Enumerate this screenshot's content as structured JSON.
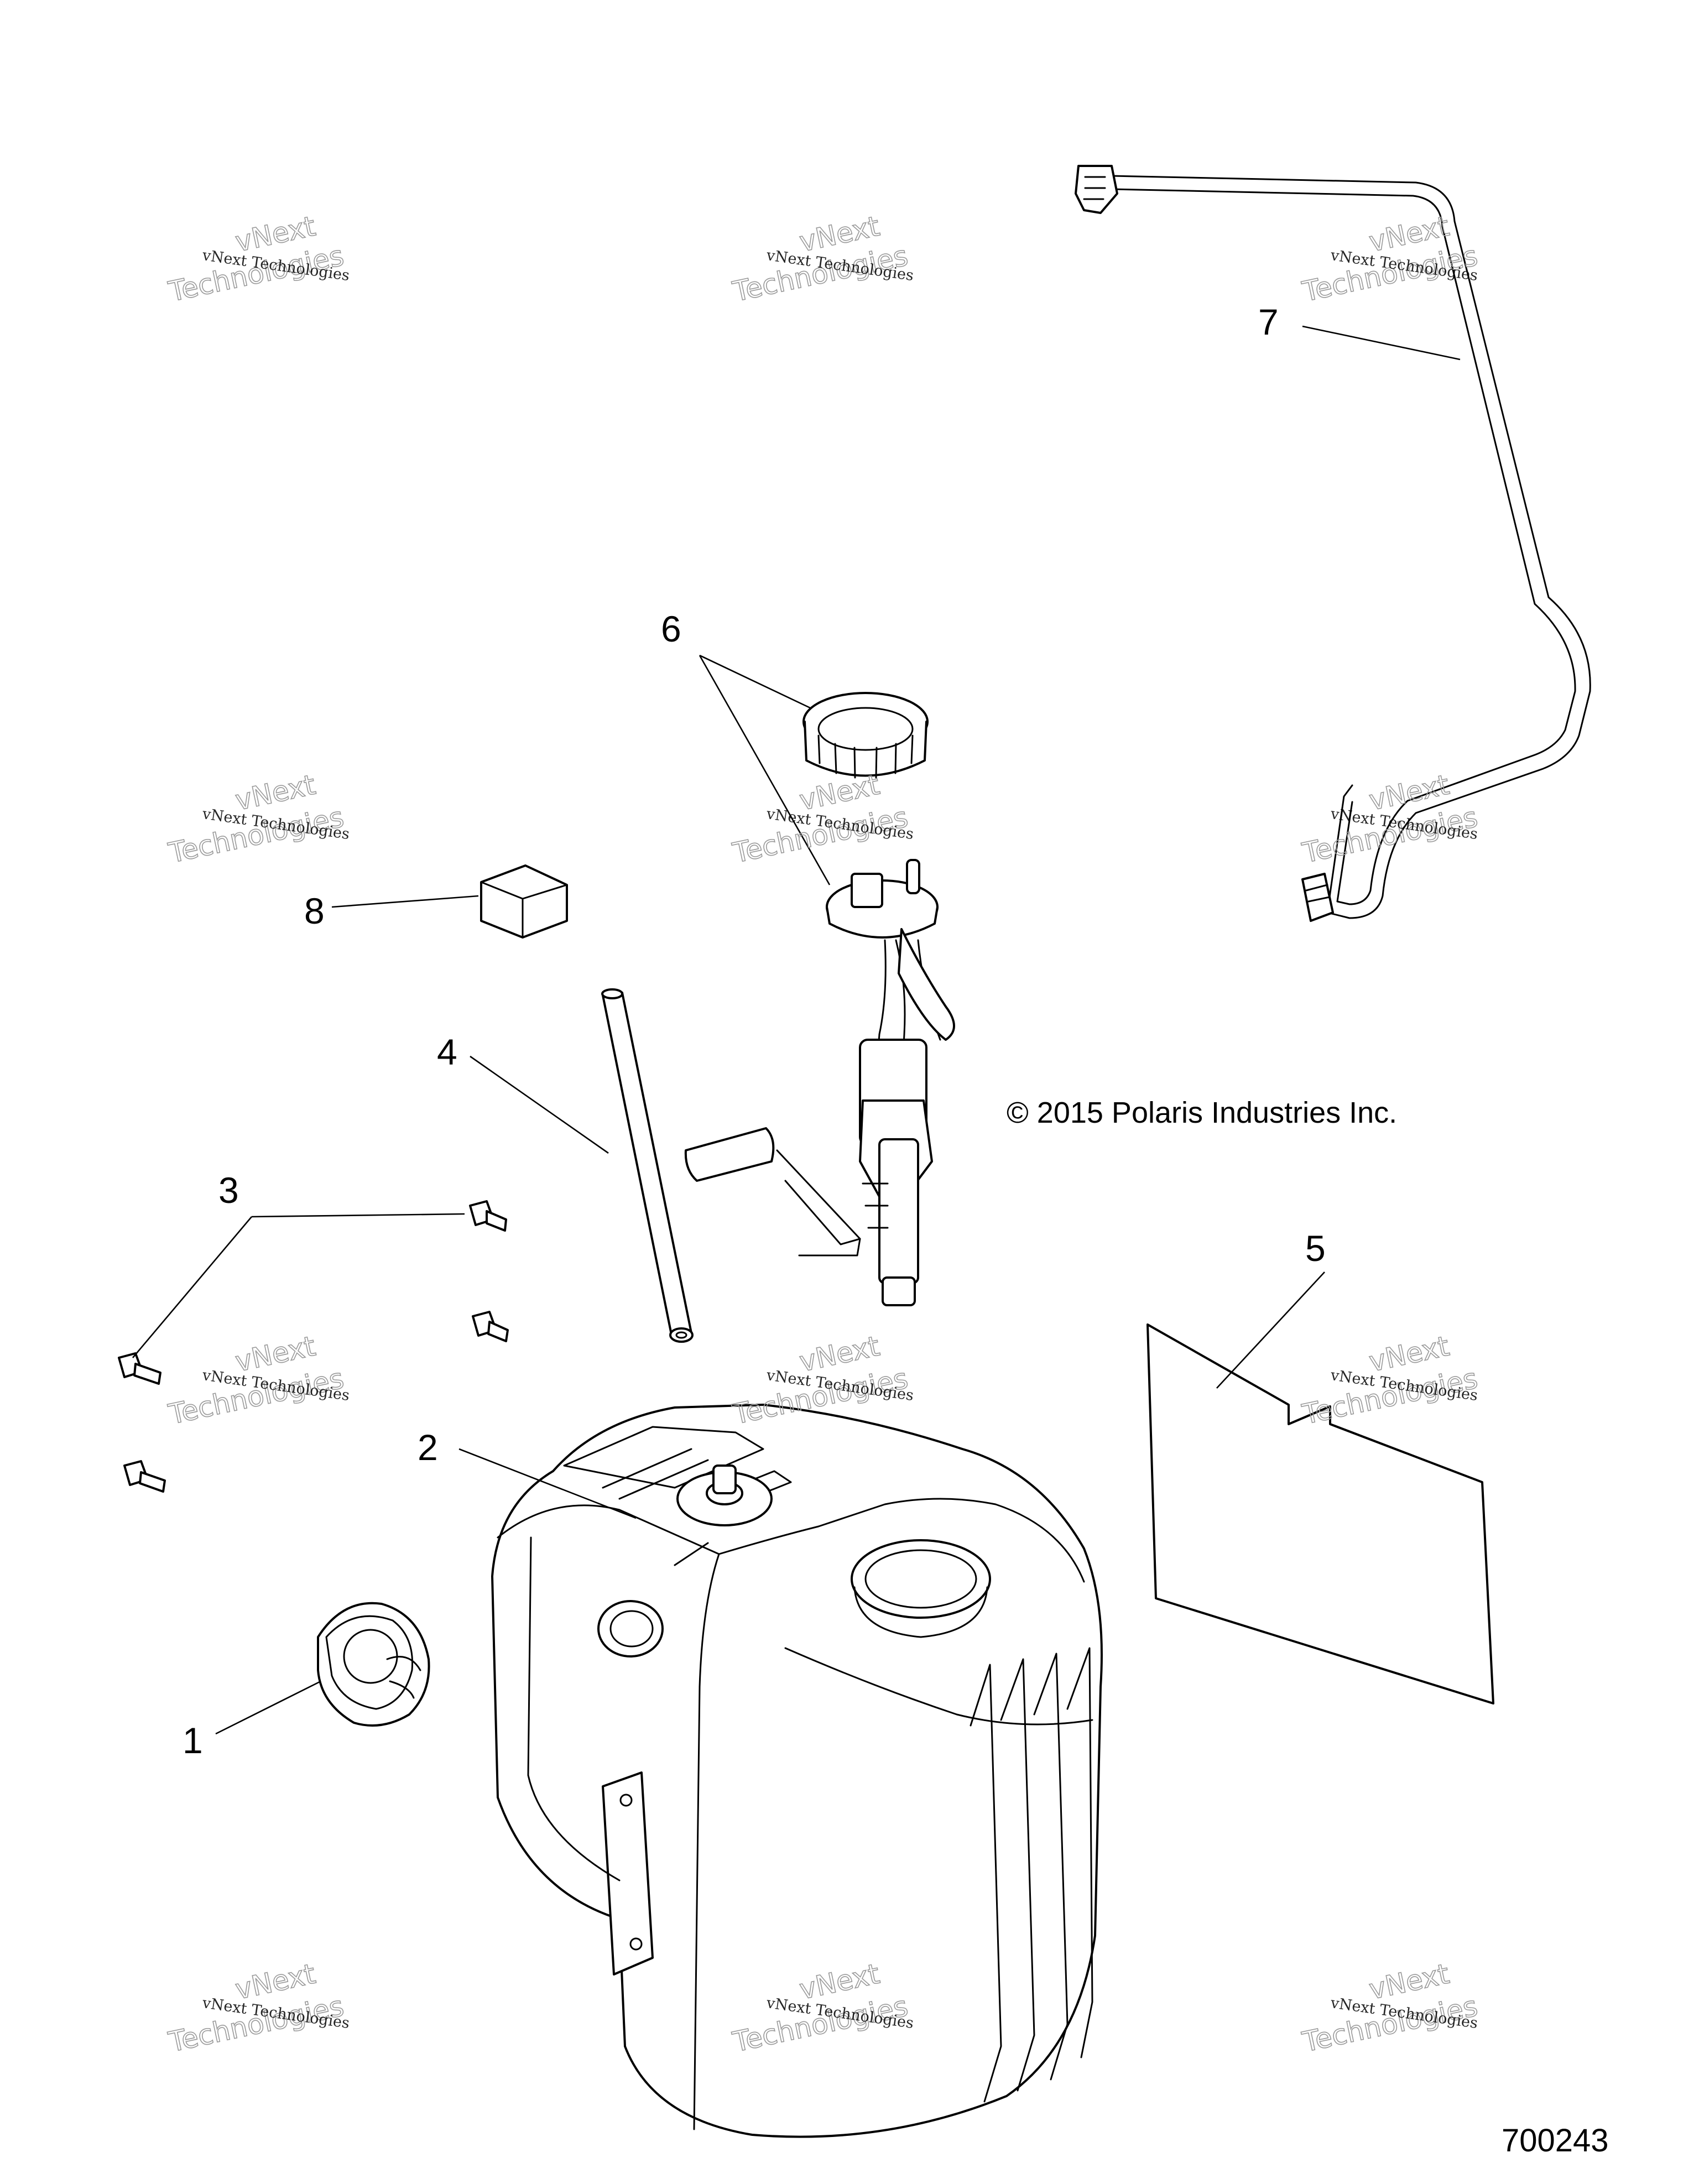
{
  "parts": [
    {
      "number": "1",
      "icon": "fuel-cap-icon"
    },
    {
      "number": "2",
      "icon": "fuel-tank-icon"
    },
    {
      "number": "3",
      "icon": "bolt-icon"
    },
    {
      "number": "4",
      "icon": "hose-icon"
    },
    {
      "number": "5",
      "icon": "heat-shield-sheet-icon"
    },
    {
      "number": "6",
      "icon": "fuel-pump-assembly-icon"
    },
    {
      "number": "7",
      "icon": "fuel-line-icon"
    },
    {
      "number": "8",
      "icon": "foam-block-icon"
    }
  ],
  "copyright": "© 2015 Polaris Industries Inc.",
  "diagram_id": "700243",
  "watermark": {
    "line1": "vNext Technologies",
    "big_line1": "vNext",
    "big_line2": "Technologies"
  }
}
